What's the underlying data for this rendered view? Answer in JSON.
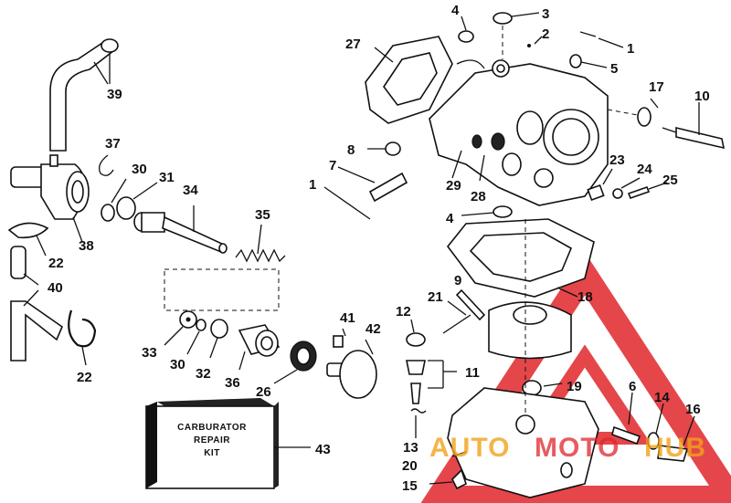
{
  "callouts": {
    "c1a": "1",
    "c1b": "1",
    "c2": "2",
    "c3": "3",
    "c4a": "4",
    "c4b": "4",
    "c5": "5",
    "c6": "6",
    "c7": "7",
    "c8": "8",
    "c9": "9",
    "c10": "10",
    "c11": "11",
    "c12": "12",
    "c13": "13",
    "c14": "14",
    "c15": "15",
    "c16": "16",
    "c17": "17",
    "c18": "18",
    "c19": "19",
    "c20": "20",
    "c21": "21",
    "c22a": "22",
    "c22b": "22",
    "c23": "23",
    "c24": "24",
    "c25": "25",
    "c26": "26",
    "c27": "27",
    "c28": "28",
    "c29": "29",
    "c30a": "30",
    "c30b": "30",
    "c31": "31",
    "c32": "32",
    "c33": "33",
    "c34": "34",
    "c35": "35",
    "c36": "36",
    "c37": "37",
    "c38": "38",
    "c39": "39",
    "c40": "40",
    "c41": "41",
    "c42": "42",
    "c43": "43"
  },
  "kit_box": {
    "line1": "CARBURATOR",
    "line2": "REPAIR",
    "line3": "KIT"
  },
  "watermark": {
    "text": "AUTOMOTOHUB",
    "color_red": "#e0262b",
    "color_orange": "#f2a21b"
  }
}
